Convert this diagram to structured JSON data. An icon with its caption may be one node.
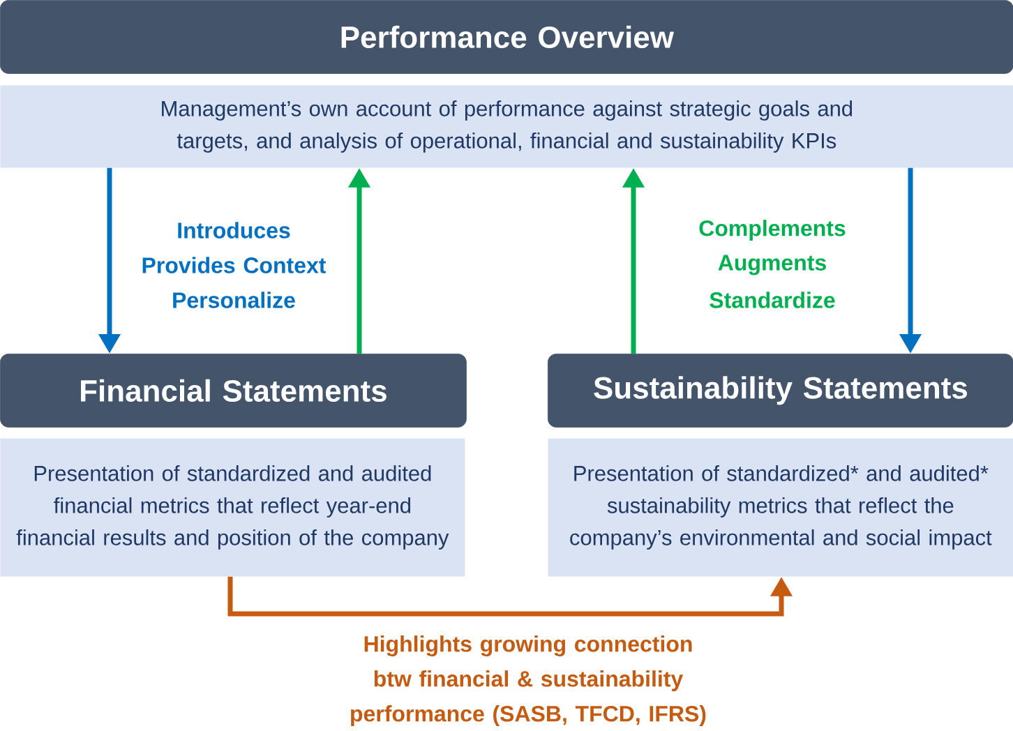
{
  "diagram": {
    "nodes": [
      {
        "text": [
          "Performance Overview"
        ]
      },
      {
        "text": [
          "Management’s own account of performance against strategic goals and targets, and analysis of operational, financial and sustainability KPIs"
        ]
      },
      {
        "text": [
          "Financial Statements"
        ]
      },
      {
        "text": [
          "Presentation of standardized and audited financial metrics that reflect year-end financial results and position of the company"
        ]
      },
      {
        "text": [
          "Sustainability Statements"
        ]
      },
      {
        "text": [
          "Presentation of standardized* and audited* sustainability metrics that reflect the company’s environmental and social impact"
        ]
      }
    ],
    "edges": [
      {
        "from": 1,
        "to": 2,
        "arrow": "to",
        "color": "#0070c0"
      },
      {
        "from": 2,
        "to": 1,
        "arrow": "to",
        "color": "#00b050"
      },
      {
        "from": 4,
        "to": 1,
        "arrow": "to",
        "color": "#00b050"
      },
      {
        "from": 1,
        "to": 4,
        "arrow": "to",
        "color": "#0070c0"
      },
      {
        "from": 3,
        "to": 5,
        "arrow": "to",
        "color": "#c55a11"
      }
    ],
    "labels": [
      "Introduces",
      "Provides Context",
      "Personalize",
      "Complements",
      "Augments",
      "Standardize",
      "Highlights growing connection btw financial & sustainability performance (SASB, TFCD, IFRS)"
    ]
  }
}
